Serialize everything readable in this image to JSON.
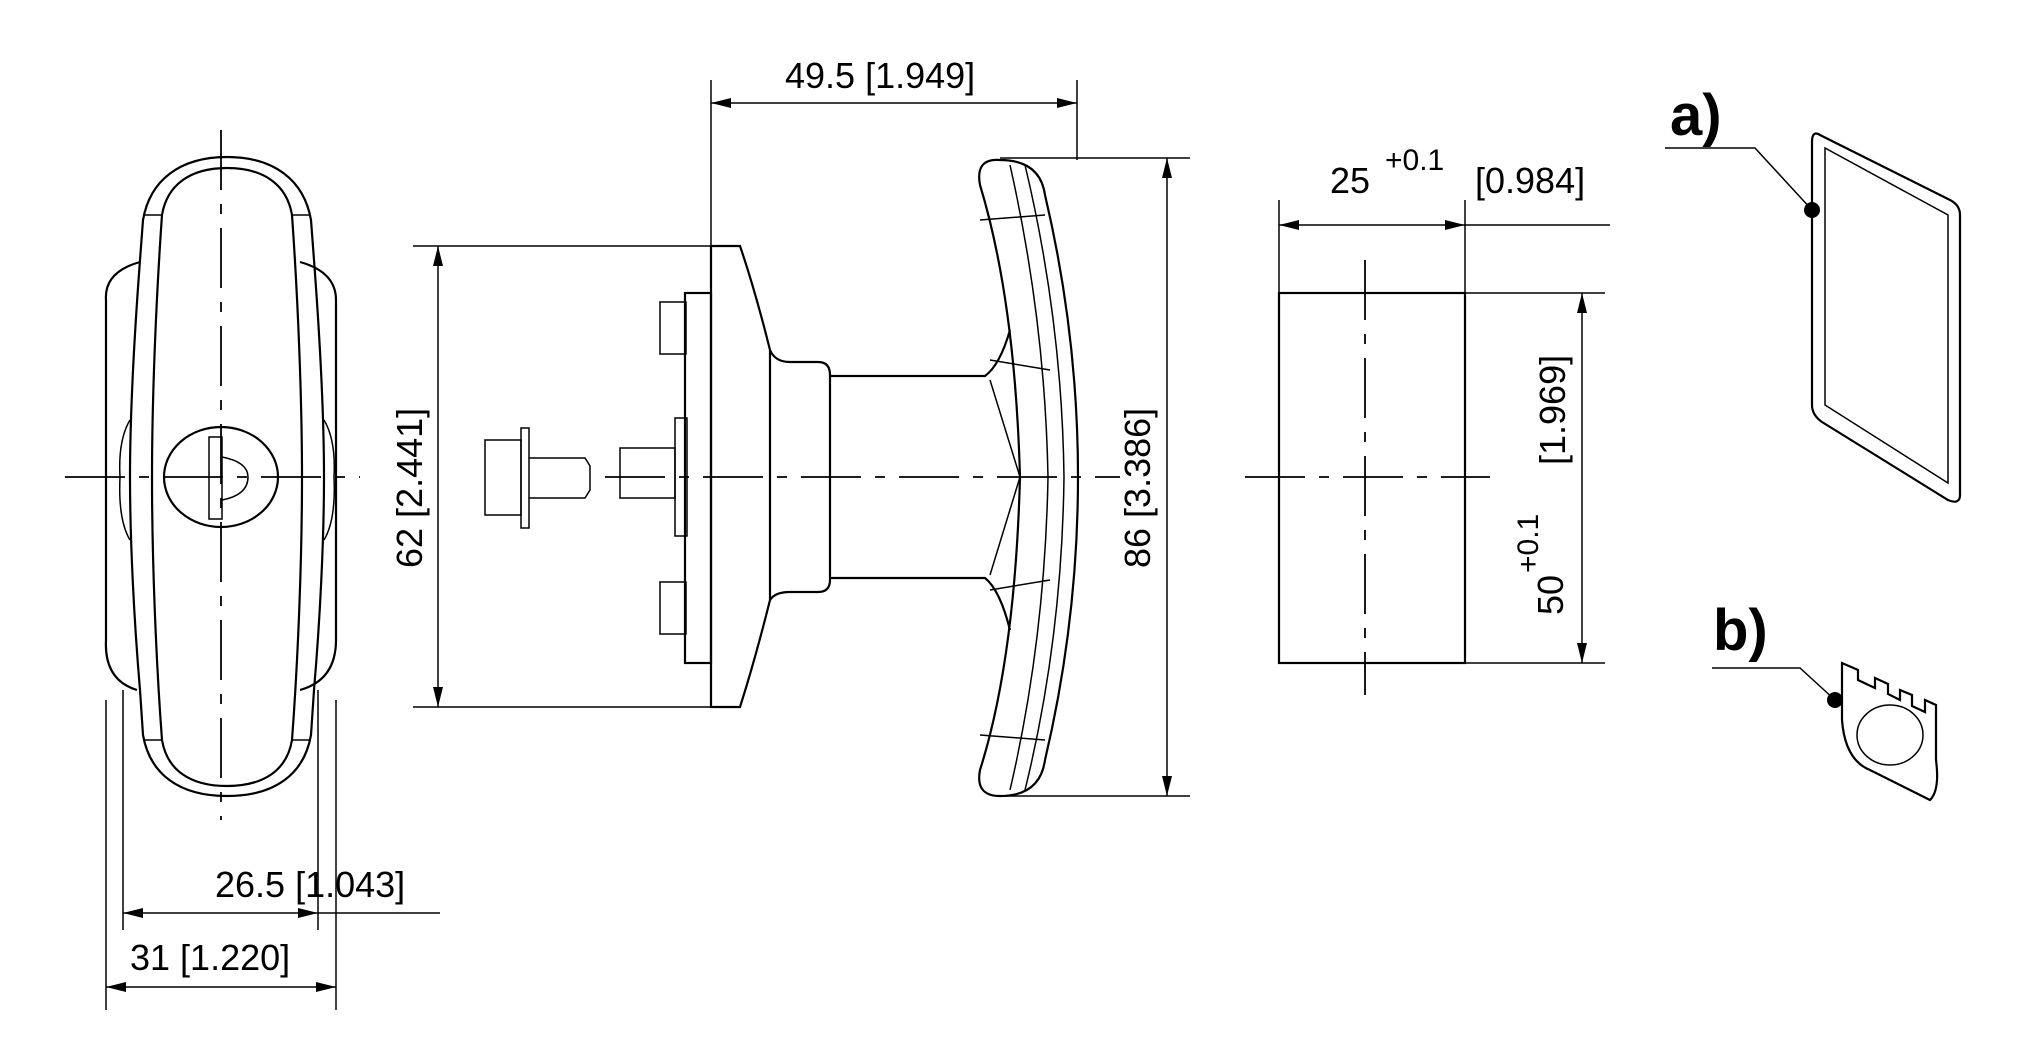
{
  "drawing": {
    "dimensions": {
      "width_inner": "26.5 [1.043]",
      "width_outer": "31 [1.220]",
      "depth": "49.5 [1.949]",
      "plate_height": "62 [2.441]",
      "handle_height": "86 [3.386]",
      "cutout_width_nominal": "25",
      "cutout_width_tol": "+0.1",
      "cutout_width_inch": "[0.984]",
      "cutout_height_nominal": "50",
      "cutout_height_tol": "+0.1",
      "cutout_height_inch": "[1.969]"
    },
    "callouts": {
      "a": "a)",
      "b": "b)"
    }
  }
}
